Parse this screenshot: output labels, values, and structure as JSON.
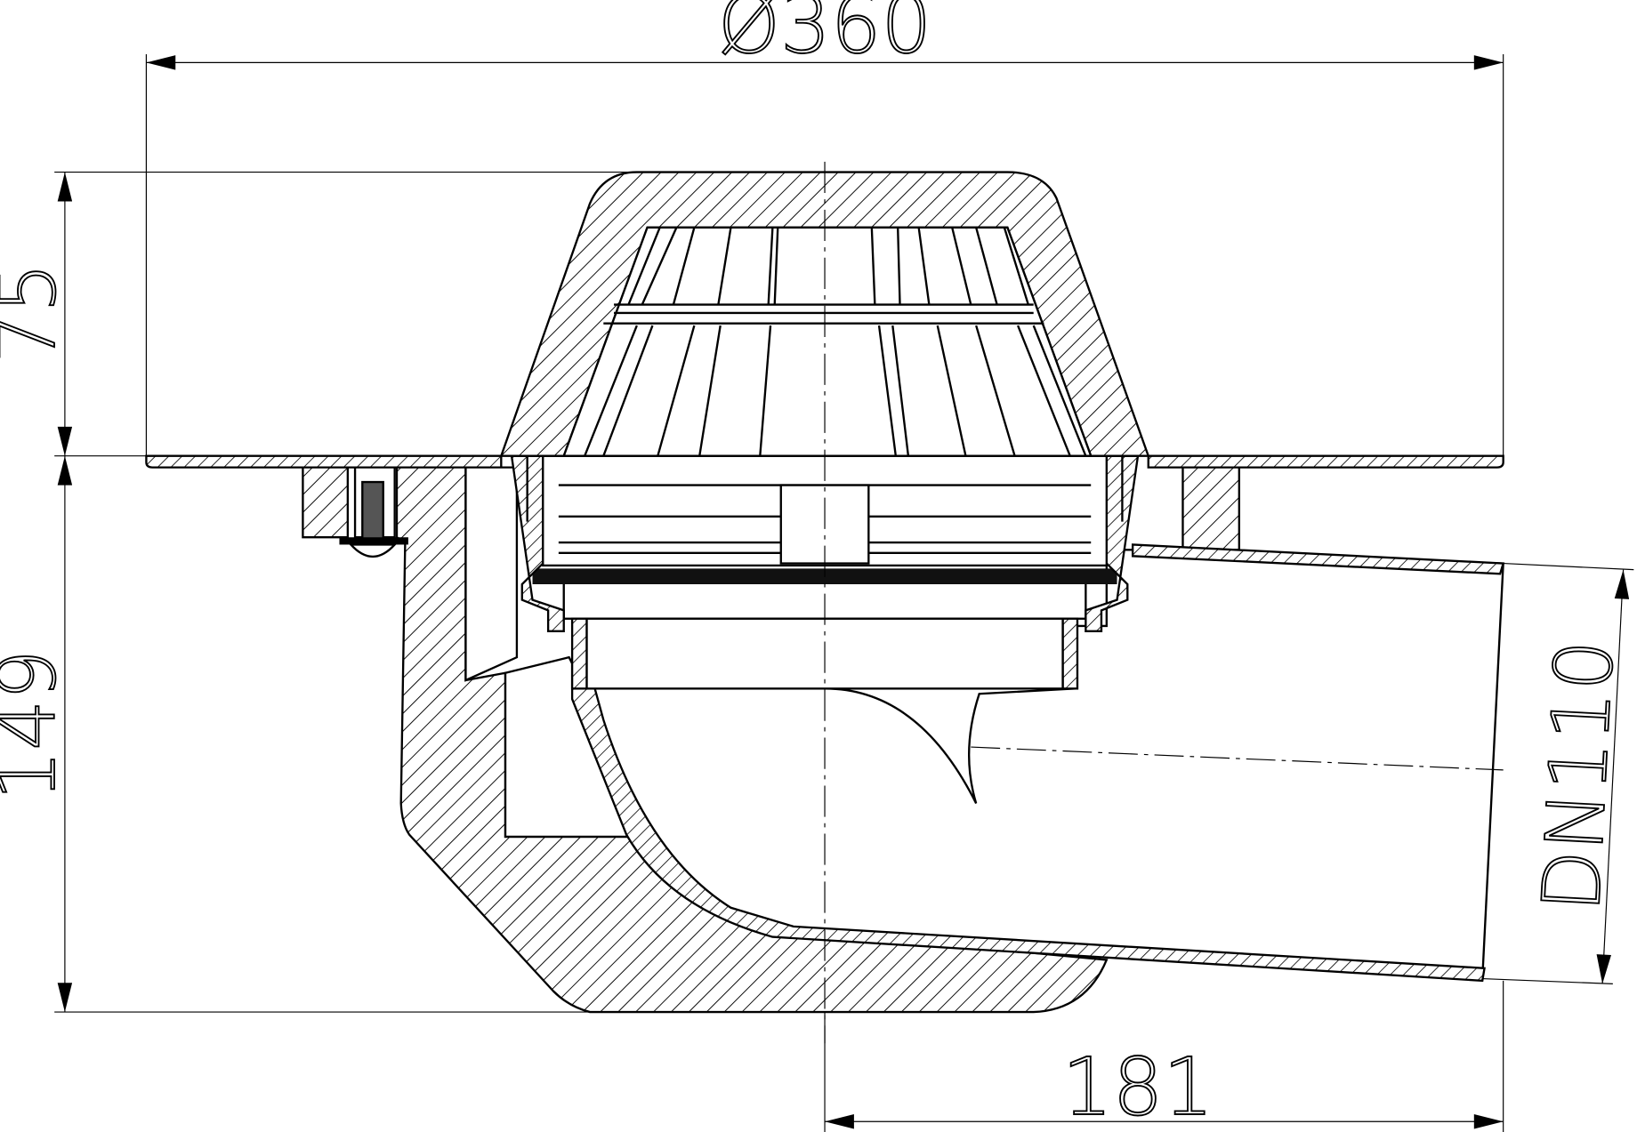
{
  "drawing": {
    "title": "Roof drain cross-section",
    "dimensions": {
      "diameter": "Ø360",
      "cap_height": "75",
      "body_height": "149",
      "outlet_offset": "181",
      "outlet_size": "DN110"
    }
  }
}
